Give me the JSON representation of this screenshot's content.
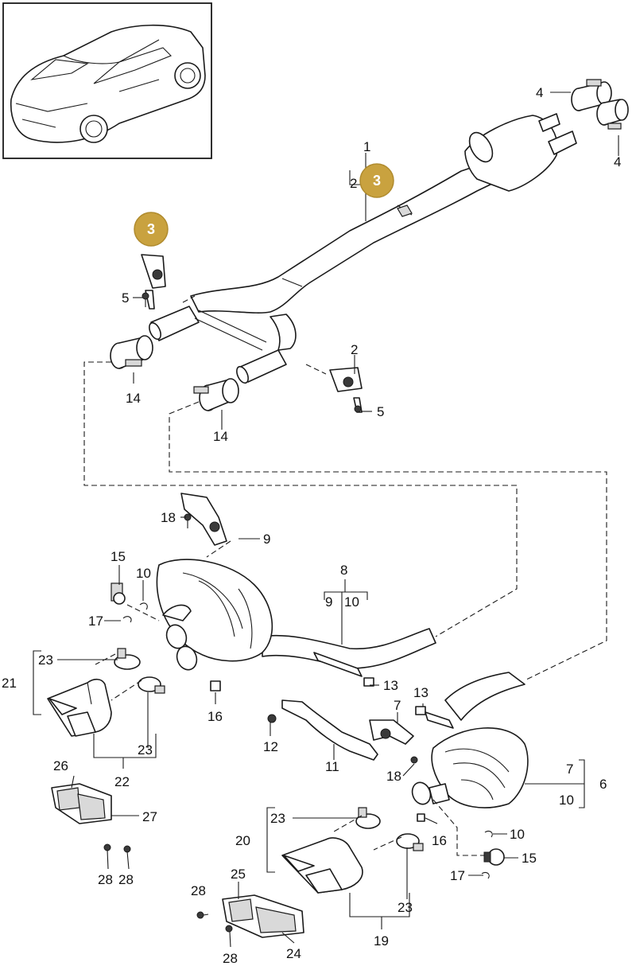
{
  "colors": {
    "badge_fill": "#c9a23f",
    "line": "#1a1a1a",
    "background": "#ffffff"
  },
  "callouts": [
    {
      "text": "1"
    },
    {
      "text": "2"
    },
    {
      "text": "4"
    },
    {
      "text": "4"
    },
    {
      "text": "5"
    },
    {
      "text": "14"
    },
    {
      "text": "2"
    },
    {
      "text": "5"
    },
    {
      "text": "14"
    },
    {
      "text": "18"
    },
    {
      "text": "9"
    },
    {
      "text": "15"
    },
    {
      "text": "10"
    },
    {
      "text": "8"
    },
    {
      "text": "9"
    },
    {
      "text": "10"
    },
    {
      "text": "17"
    },
    {
      "text": "23"
    },
    {
      "text": "21"
    },
    {
      "text": "13"
    },
    {
      "text": "16"
    },
    {
      "text": "23"
    },
    {
      "text": "22"
    },
    {
      "text": "12"
    },
    {
      "text": "13"
    },
    {
      "text": "7"
    },
    {
      "text": "11"
    },
    {
      "text": "18"
    },
    {
      "text": "7"
    },
    {
      "text": "6"
    },
    {
      "text": "10"
    },
    {
      "text": "26"
    },
    {
      "text": "27"
    },
    {
      "text": "28"
    },
    {
      "text": "28"
    },
    {
      "text": "23"
    },
    {
      "text": "20"
    },
    {
      "text": "16"
    },
    {
      "text": "10"
    },
    {
      "text": "15"
    },
    {
      "text": "17"
    },
    {
      "text": "23"
    },
    {
      "text": "28"
    },
    {
      "text": "25"
    },
    {
      "text": "19"
    },
    {
      "text": "28"
    },
    {
      "text": "24"
    }
  ],
  "badges": [
    {
      "text": "3"
    },
    {
      "text": "3"
    }
  ],
  "overview_icon": "car-rear-three-quarter-icon"
}
